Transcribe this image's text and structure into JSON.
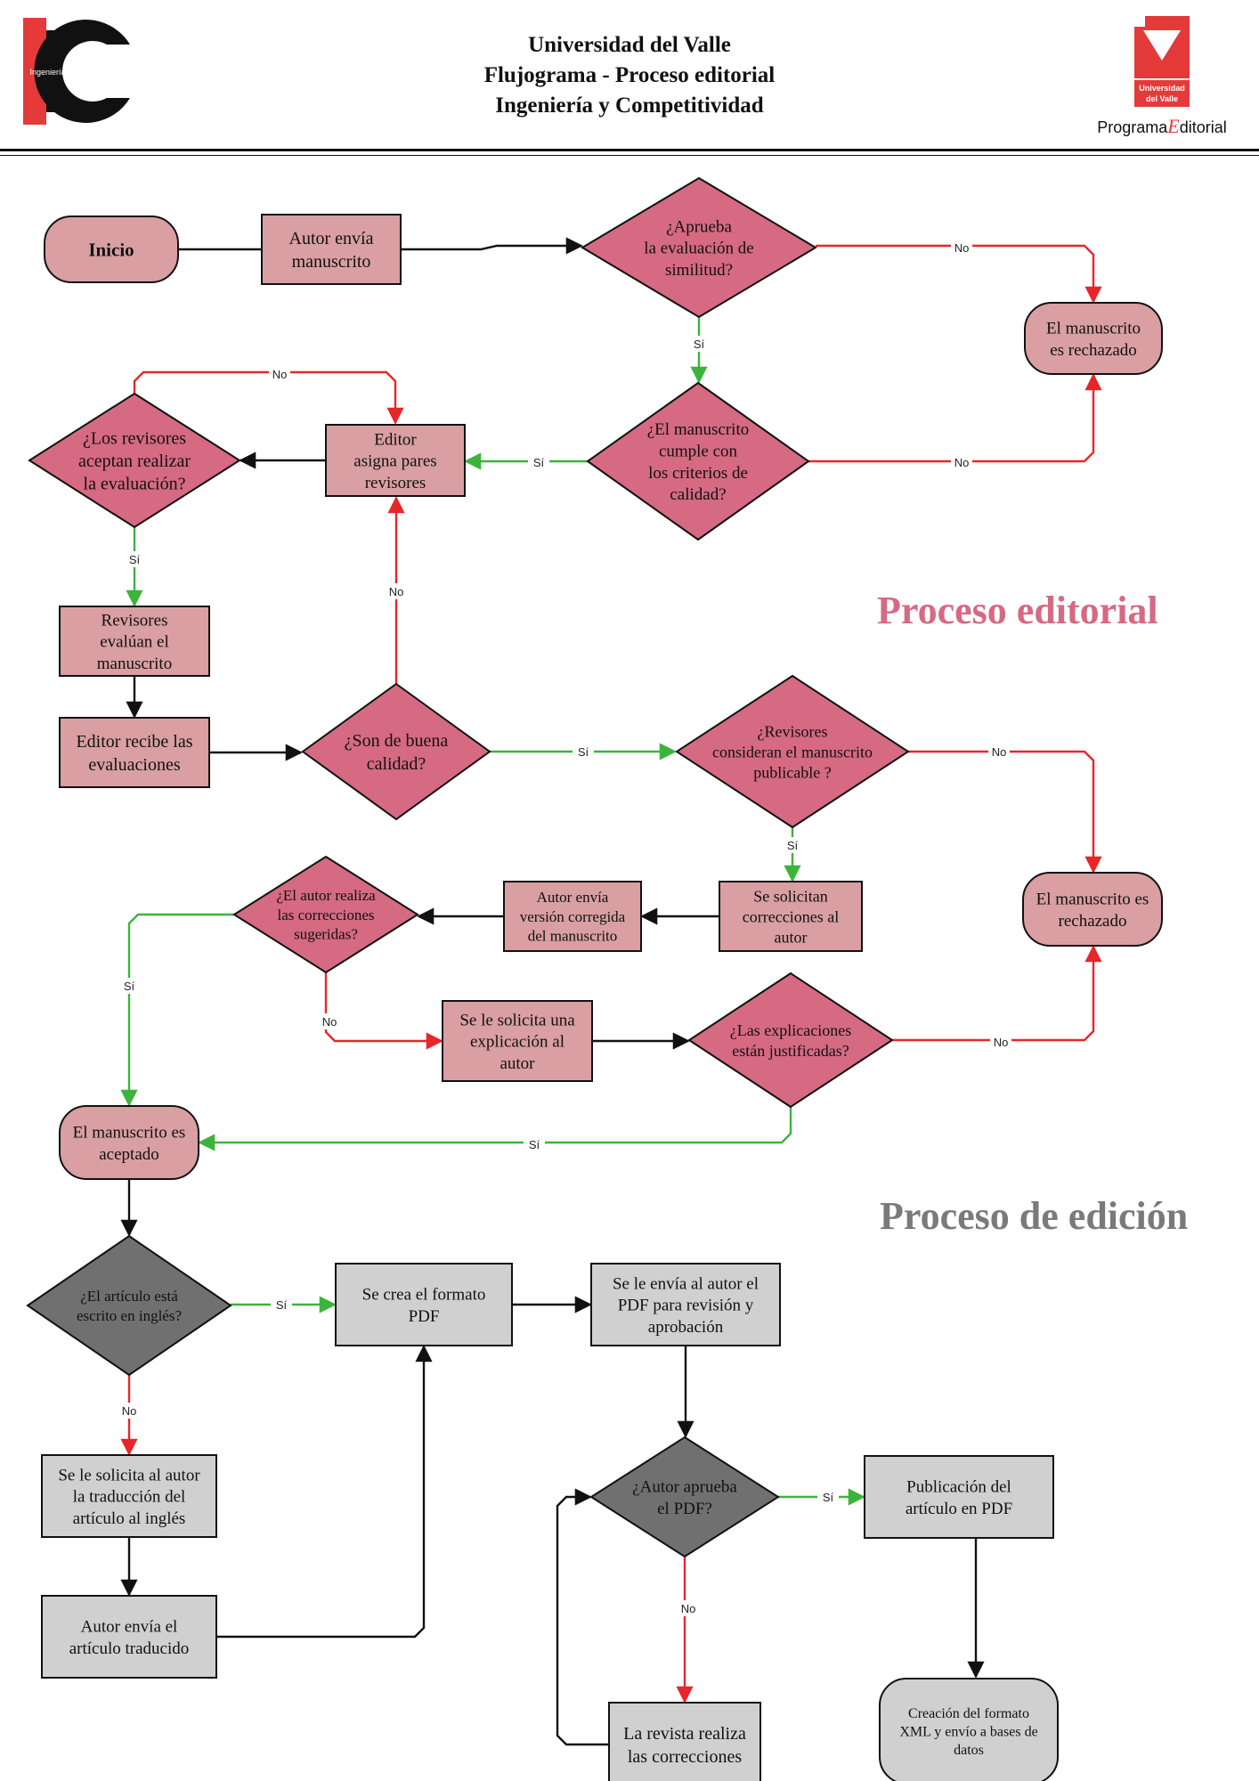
{
  "header": {
    "line1": "Universidad del Valle",
    "line2": "Flujograma  - Proceso editorial",
    "line3": "Ingeniería y Competitividad",
    "left_logo_text": "Ingeniería y Competitividad",
    "right_logo_line1": "Universidad",
    "right_logo_line2": "del Valle",
    "right_caption_pre": "Programa",
    "right_caption_post": "ditorial"
  },
  "sections": {
    "editorial": "Proceso editorial",
    "edicion": "Proceso de edición"
  },
  "labels": {
    "yes": "Sí",
    "no": "No"
  },
  "colors": {
    "pink_box": "#d99fa2",
    "pink_diamond": "#d56a82",
    "gray_box": "#d0d0d0",
    "gray_diamond": "#707070",
    "yes_edge": "#3cb43c",
    "no_edge": "#e8262a",
    "title_pink": "#d66a82",
    "title_gray": "#7a7a7a"
  },
  "nodes": {
    "inicio": [
      "Inicio"
    ],
    "autor_envia": [
      "Autor envía",
      "manuscrito"
    ],
    "aprueba_similitud": [
      "¿Aprueba",
      "la evaluación de",
      "similitud?"
    ],
    "rechazado_1": [
      "El manuscrito",
      "es rechazado"
    ],
    "cumple_criterios": [
      "¿El manuscrito",
      "cumple con",
      "los criterios de",
      "calidad?"
    ],
    "editor_asigna": [
      "Editor",
      "asigna pares",
      "revisores"
    ],
    "revisores_aceptan": [
      "¿Los revisores",
      "aceptan realizar",
      "la evaluación?"
    ],
    "revisores_evaluan": [
      "Revisores",
      "evalúan el",
      "manuscrito"
    ],
    "editor_recibe": [
      "Editor recibe las",
      "evaluaciones"
    ],
    "buena_calidad": [
      "¿Son de buena",
      "calidad?"
    ],
    "publicable": [
      "¿Revisores",
      "consideran el manuscrito",
      "publicable ?"
    ],
    "rechazado_2": [
      "El manuscrito es",
      "rechazado"
    ],
    "solicitan_correcciones": [
      "Se solicitan",
      "correcciones al",
      "autor"
    ],
    "version_corregida": [
      "Autor envía",
      "versión corregida",
      "del manuscrito"
    ],
    "realiza_correcciones": [
      "¿El autor realiza",
      "las correcciones",
      "sugeridas?"
    ],
    "solicita_explicacion": [
      "Se le solicita una",
      "explicación al",
      "autor"
    ],
    "explicaciones_justificadas": [
      "¿Las explicaciones",
      "están justificadas?"
    ],
    "aceptado": [
      "El manuscrito es",
      "aceptado"
    ],
    "en_ingles": [
      "¿El artículo está",
      "escrito en inglés?"
    ],
    "crea_pdf": [
      "Se crea el formato",
      "PDF"
    ],
    "envia_pdf": [
      "Se le envía al autor el",
      "PDF para revisión y",
      "aprobación"
    ],
    "solicita_traduccion": [
      "Se le solicita al autor",
      "la traducción del",
      "artículo al inglés"
    ],
    "articulo_traducido": [
      "Autor envía el",
      "artículo traducido"
    ],
    "aprueba_pdf": [
      "¿Autor aprueba",
      "el PDF?"
    ],
    "publicacion": [
      "Publicación del",
      "artículo en PDF"
    ],
    "revista_correcciones": [
      "La revista realiza",
      "las correcciones"
    ],
    "xml": [
      "Creación del formato",
      "XML y envío a bases de",
      "datos"
    ]
  }
}
